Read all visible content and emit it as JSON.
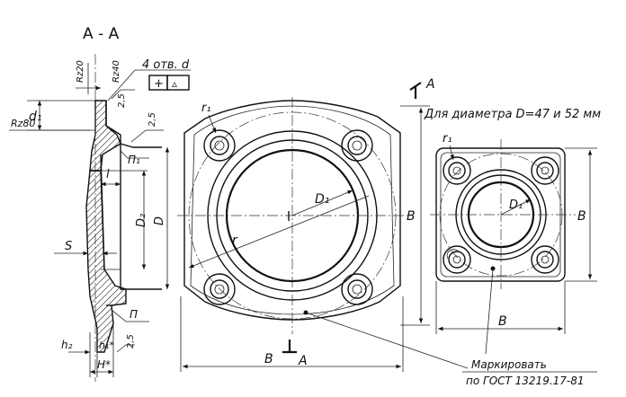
{
  "section_title": "А - А",
  "holes_note": "4 отв. d",
  "tolerance_frame": {
    "symbol_1": "+",
    "symbol_2": "▵"
  },
  "cut_marker": "А",
  "roughness": {
    "rz20": "Rz20",
    "rz40": "Rz40",
    "rz80": "Rz80",
    "val_2_5": "2,5"
  },
  "dims": {
    "d1": "d₁",
    "l": "l",
    "d2": "D₂",
    "D": "D",
    "s": "S",
    "h2": "h₂",
    "h1": "h₁*",
    "H": "H*",
    "p1": "П₁",
    "p": "П",
    "r1": "r₁",
    "D1": "D₁",
    "r": "r",
    "B": "B"
  },
  "square_view_note": "Для диаметра D=47 и 52 мм",
  "marking_note": {
    "line1": "Маркировать",
    "line2": "по ГОСТ 13219.17-81"
  }
}
